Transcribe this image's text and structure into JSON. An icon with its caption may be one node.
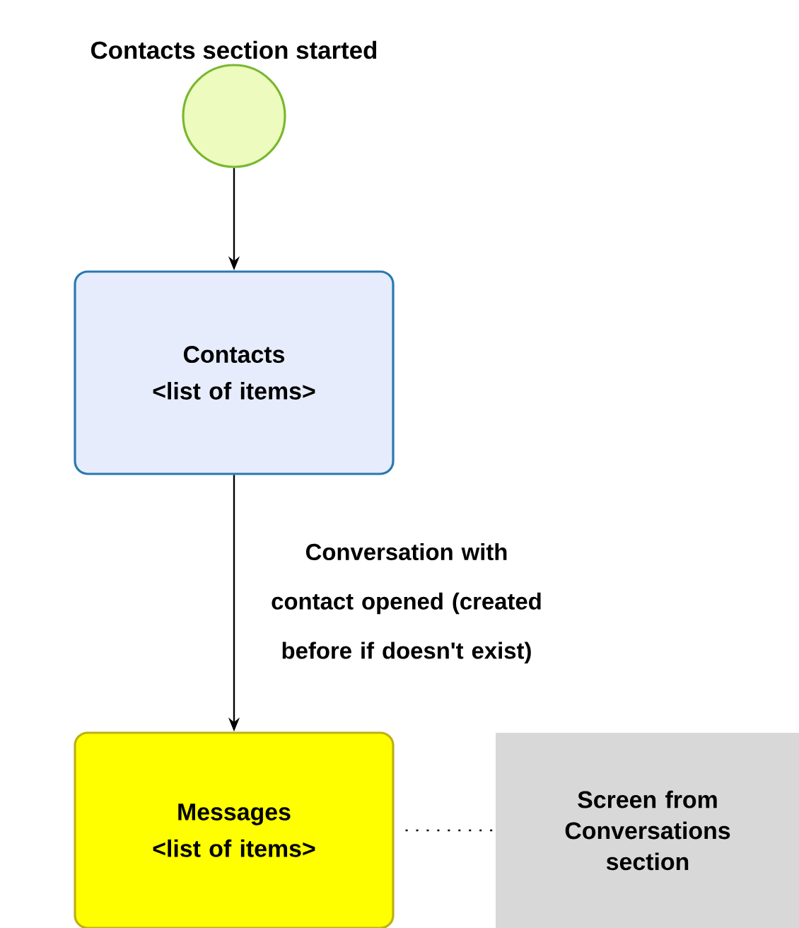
{
  "diagram": {
    "nodes": [
      {
        "text": [
          "Contacts section started"
        ]
      },
      {
        "text": [
          "Contacts",
          "<list of items>"
        ]
      },
      {
        "text": [
          "Messages",
          "<list of items>"
        ]
      },
      {
        "text": [
          "Screen from Conversations section"
        ]
      }
    ],
    "edges": [
      {
        "from": 0,
        "to": 1,
        "arrow": "to"
      },
      {
        "from": 1,
        "to": 2,
        "arrow": "to",
        "label": "Conversation with contact opened (created before if doesn't exist)"
      },
      {
        "from": 2,
        "to": 3,
        "arrow": "none",
        "style": "dashed"
      }
    ]
  }
}
